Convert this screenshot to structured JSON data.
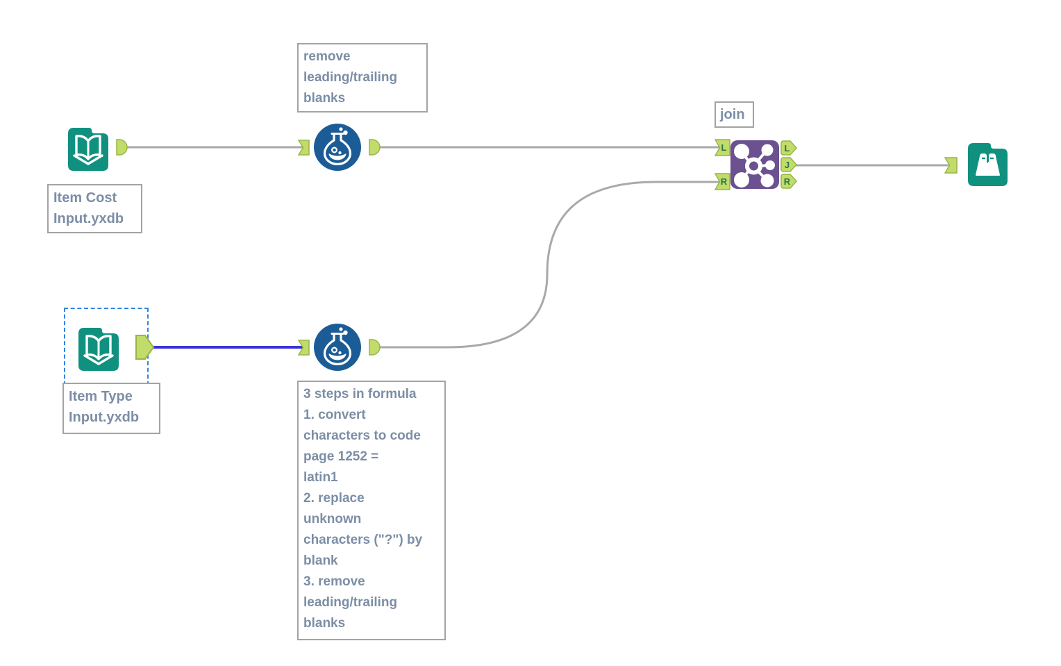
{
  "canvas": {
    "background": "#ffffff"
  },
  "colors": {
    "tool_teal": "#109180",
    "formula_blue": "#1C5C96",
    "join_purple": "#6C5191",
    "anchor_green_fill": "#C2DB69",
    "anchor_green_border": "#96B647",
    "anchor_letter_green": "#1F7A4B",
    "connection_gray": "#A9A9A9",
    "connection_selected_blue": "#3A31DC",
    "annotation_text": "#7C8EA6",
    "box_border": "#A3A3A3",
    "selection_dashed_blue": "#2F86E0"
  },
  "nodes": {
    "item_cost_input": {
      "icon": "open-book-input-icon",
      "label": "Item Cost\nInput.yxdb"
    },
    "formula_top": {
      "icon": "flask-formula-icon",
      "annotation": "remove\nleading/trailing\nblanks"
    },
    "item_type_input": {
      "icon": "open-book-input-icon",
      "label": "Item Type\nInput.yxdb",
      "selected": true
    },
    "formula_bottom": {
      "icon": "flask-formula-icon",
      "annotation": "3 steps in formula\n1. convert\ncharacters to code\npage 1252 =\nlatin1\n2. replace\nunknown\ncharacters (\"?\") by\nblank\n3. remove\nleading/trailing\nblanks"
    },
    "join": {
      "icon": "network-join-icon",
      "label": "join",
      "input_anchors": [
        "L",
        "R"
      ],
      "output_anchors": [
        "L",
        "J",
        "R"
      ]
    },
    "browse": {
      "icon": "binoculars-browse-icon"
    }
  }
}
